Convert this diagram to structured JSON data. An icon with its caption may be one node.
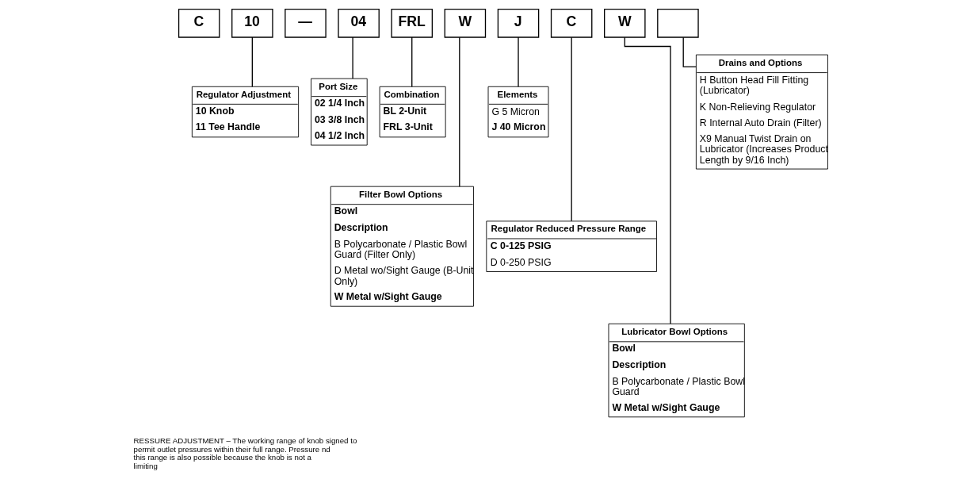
{
  "diagram": {
    "nodes": [
      {
        "text": [
          "C"
        ]
      },
      {
        "text": [
          "10"
        ]
      },
      {
        "text": [
          "—"
        ]
      },
      {
        "text": [
          "04"
        ]
      },
      {
        "text": [
          "FRL"
        ]
      },
      {
        "text": [
          "W"
        ]
      },
      {
        "text": [
          "J"
        ]
      },
      {
        "text": [
          "C"
        ]
      },
      {
        "text": [
          "W"
        ]
      },
      {
        "text": [],
        "shape": "box"
      },
      {
        "text": [
          "Regulator Adjustment",
          "10 Knob",
          "11 Tee Handle"
        ]
      },
      {
        "text": [
          "Port Size",
          "02 1/4 Inch",
          "03 3/8 Inch",
          "04 1/2 Inch"
        ]
      },
      {
        "text": [
          "Combination",
          "BL 2-Unit",
          "FRL 3-Unit"
        ]
      },
      {
        "text": [
          "Elements",
          "G 5 Micron",
          "J 40 Micron"
        ]
      },
      {
        "text": [
          "Drains and Options",
          "H Button Head Fill Fitting (Lubricator)",
          "K Non-Relieving Regulator",
          "R Internal Auto Drain (Filter)",
          "X9 Manual Twist Drain on Lubricator (Increases Product Length by 9/16 Inch)"
        ]
      },
      {
        "text": [
          "Filter Bowl Options",
          "Bowl",
          "Description",
          "B Polycarbonate / Plastic Bowl Guard (Filter Only)",
          "D Metal wo/Sight Gauge (B-Unit Only)",
          "W Metal w/Sight Gauge"
        ]
      },
      {
        "text": [
          "Regulator Reduced Pressure Range",
          "C 0-125 PSIG",
          "D 0-250 PSIG"
        ]
      },
      {
        "text": [
          "Lubricator Bowl Options",
          "Bowl",
          "Description",
          "B Polycarbonate / Plastic Bowl Guard",
          "W Metal w/Sight Gauge"
        ]
      }
    ],
    "edges": [
      {
        "from": 1,
        "to": 10,
        "arrow": "none"
      },
      {
        "from": 3,
        "to": 11,
        "arrow": "none"
      },
      {
        "from": 4,
        "to": 12,
        "arrow": "none"
      },
      {
        "from": 6,
        "to": 13,
        "arrow": "none"
      },
      {
        "from": 9,
        "to": 14,
        "arrow": "none"
      },
      {
        "from": 5,
        "to": 15,
        "arrow": "none"
      },
      {
        "from": 7,
        "to": 16,
        "arrow": "none"
      },
      {
        "from": 8,
        "to": 17,
        "arrow": "none"
      }
    ],
    "labels": [
      "RESSURE ADJUSTMENT – The working range of knob signed to permit outlet pressures within their full range. Pressure nd this range is also possible because the knob is not a limiting"
    ]
  }
}
